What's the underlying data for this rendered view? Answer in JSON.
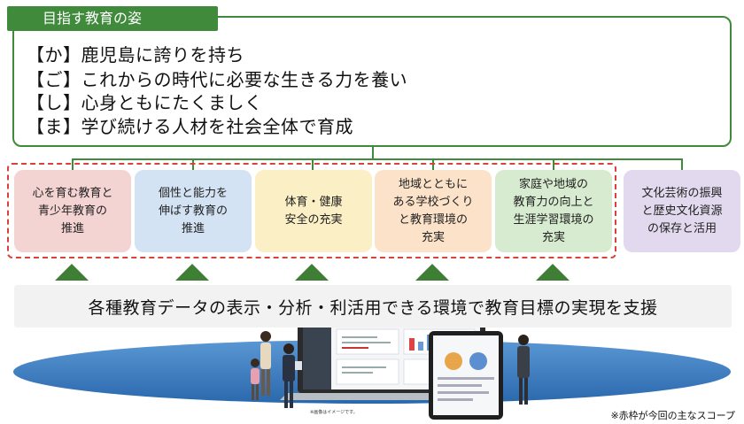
{
  "header_tag": "目指す教育の姿",
  "goals": [
    "【か】鹿児島に誇りを持ち",
    "【ご】これからの時代に必要な生きる力を養い",
    "【し】心身ともにたくましく",
    "【ま】学び続ける人材を社会全体で育成"
  ],
  "pillars": [
    {
      "lines": [
        "心を育む教育と",
        "青少年教育の",
        "推進"
      ],
      "color": "#f4d3d3"
    },
    {
      "lines": [
        "個性と能力を",
        "伸ばす教育の",
        "推進"
      ],
      "color": "#d3e3f3"
    },
    {
      "lines": [
        "体育・健康",
        "安全の充実"
      ],
      "color": "#fbefc6"
    },
    {
      "lines": [
        "地域とともに",
        "ある学校づくり",
        "と教育環境の",
        "充実"
      ],
      "color": "#fbe2c9"
    },
    {
      "lines": [
        "家庭や地域の",
        "教育力の向上と",
        "生涯学習環境の",
        "充実"
      ],
      "color": "#d6ebcf"
    },
    {
      "lines": [
        "文化芸術の振興",
        "と歴史文化資源",
        "の保存と活用"
      ],
      "color": "#e2d9ee"
    }
  ],
  "platform_text": "各種教育データの表示・分析・利活用できる環境で教育目標の実現を支援",
  "screen_caption": "※画像はイメージです。",
  "scope_note": "※赤枠が今回の主なスコープ",
  "colors": {
    "green": "#3f8a3b",
    "red_dash": "#d7423c",
    "ellipse": "#2f6fb3"
  }
}
